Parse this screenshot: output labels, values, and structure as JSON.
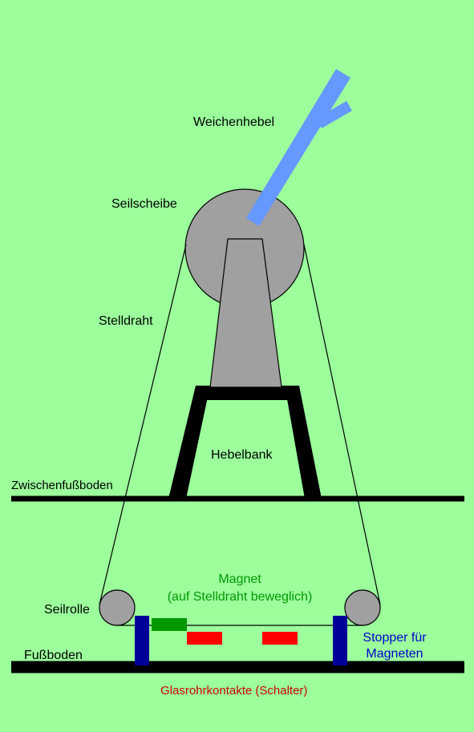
{
  "labels": {
    "weichenhebel": "Weichenhebel",
    "seilscheibe": "Seilscheibe",
    "stelldraht": "Stelldraht",
    "hebelbank": "Hebelbank",
    "zwischenfussboden": "Zwischenfußboden",
    "magnet_title": "Magnet",
    "magnet_note": "(auf Stelldraht beweglich)",
    "seilrolle": "Seilrolle",
    "fussboden": "Fußboden",
    "stopper_line1": "Stopper für",
    "stopper_line2": "Magneten",
    "glasrohrkontakte": "Glasrohrkontakte (Schalter)"
  },
  "colors": {
    "background": "#9cff9c",
    "lever": "#6699ff",
    "machine_gray": "#a0a0a0",
    "outline": "#000000",
    "magnet_green": "#009900",
    "contact_red": "#ff0000",
    "stopper_blue": "#000099",
    "label_green": "#009900",
    "label_blue": "#0000cc",
    "label_red": "#cc0000"
  }
}
